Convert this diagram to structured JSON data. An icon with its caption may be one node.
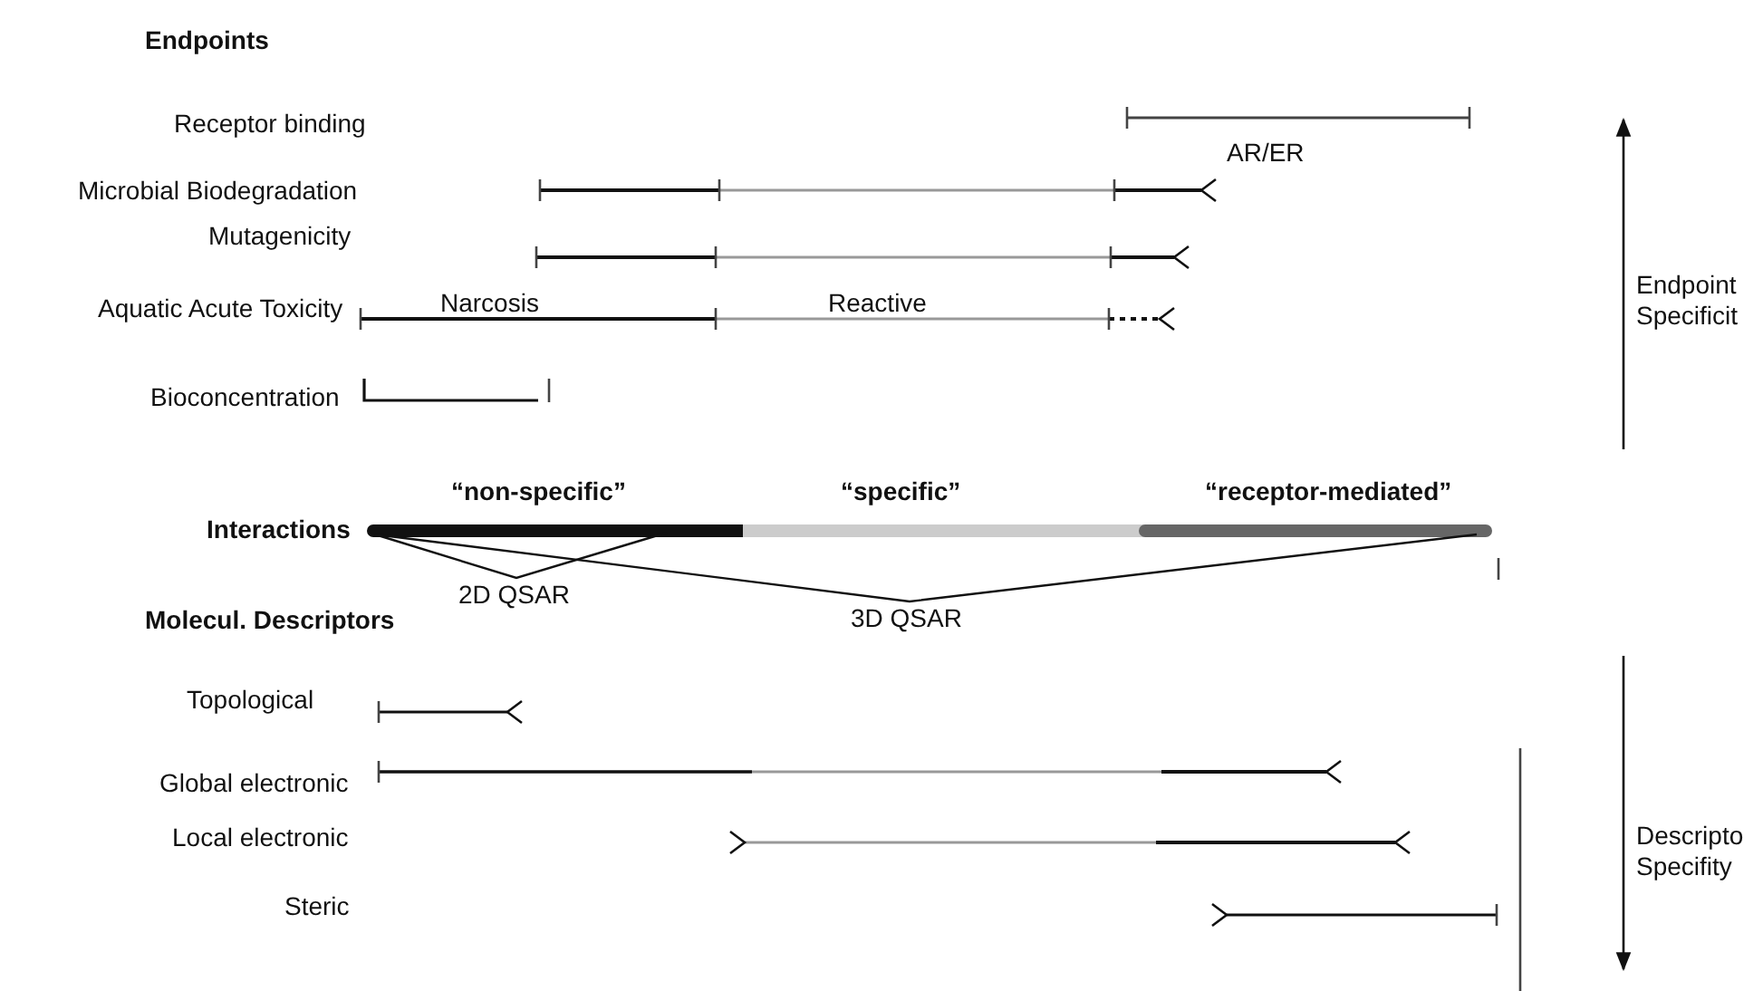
{
  "diagram": {
    "labels": [
      "Endpoints",
      "Receptor binding",
      "AR/ER",
      "Microbial Biodegradation",
      "Mutagenicity",
      "Aquatic Acute Toxicity",
      "Narcosis",
      "Reactive",
      "Endpoint Specificit",
      "Bioconcentration",
      "“non-specific”",
      "“specific”",
      "“receptor-mediated”",
      "Interactions",
      "2D QSAR",
      "Molecul. Descriptors",
      "3D QSAR",
      "Topological",
      "Global electronic",
      "Local electronic",
      "Descripto Specifity",
      "Steric"
    ]
  }
}
